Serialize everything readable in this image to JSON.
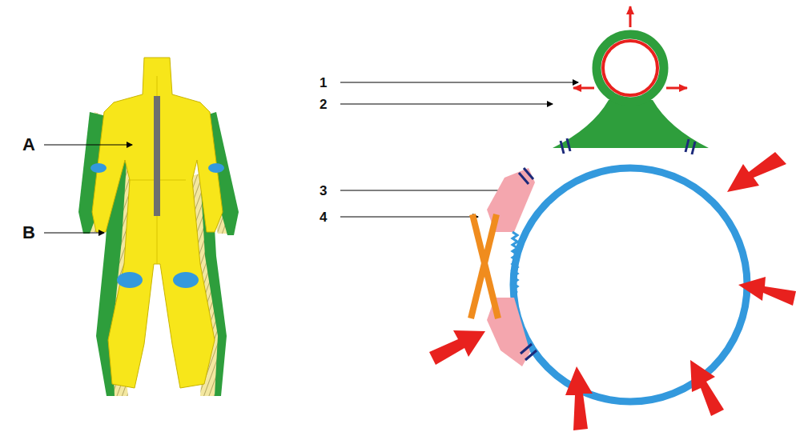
{
  "diagram": {
    "labels": [
      "A",
      "B",
      "1",
      "2",
      "3",
      "4"
    ]
  }
}
